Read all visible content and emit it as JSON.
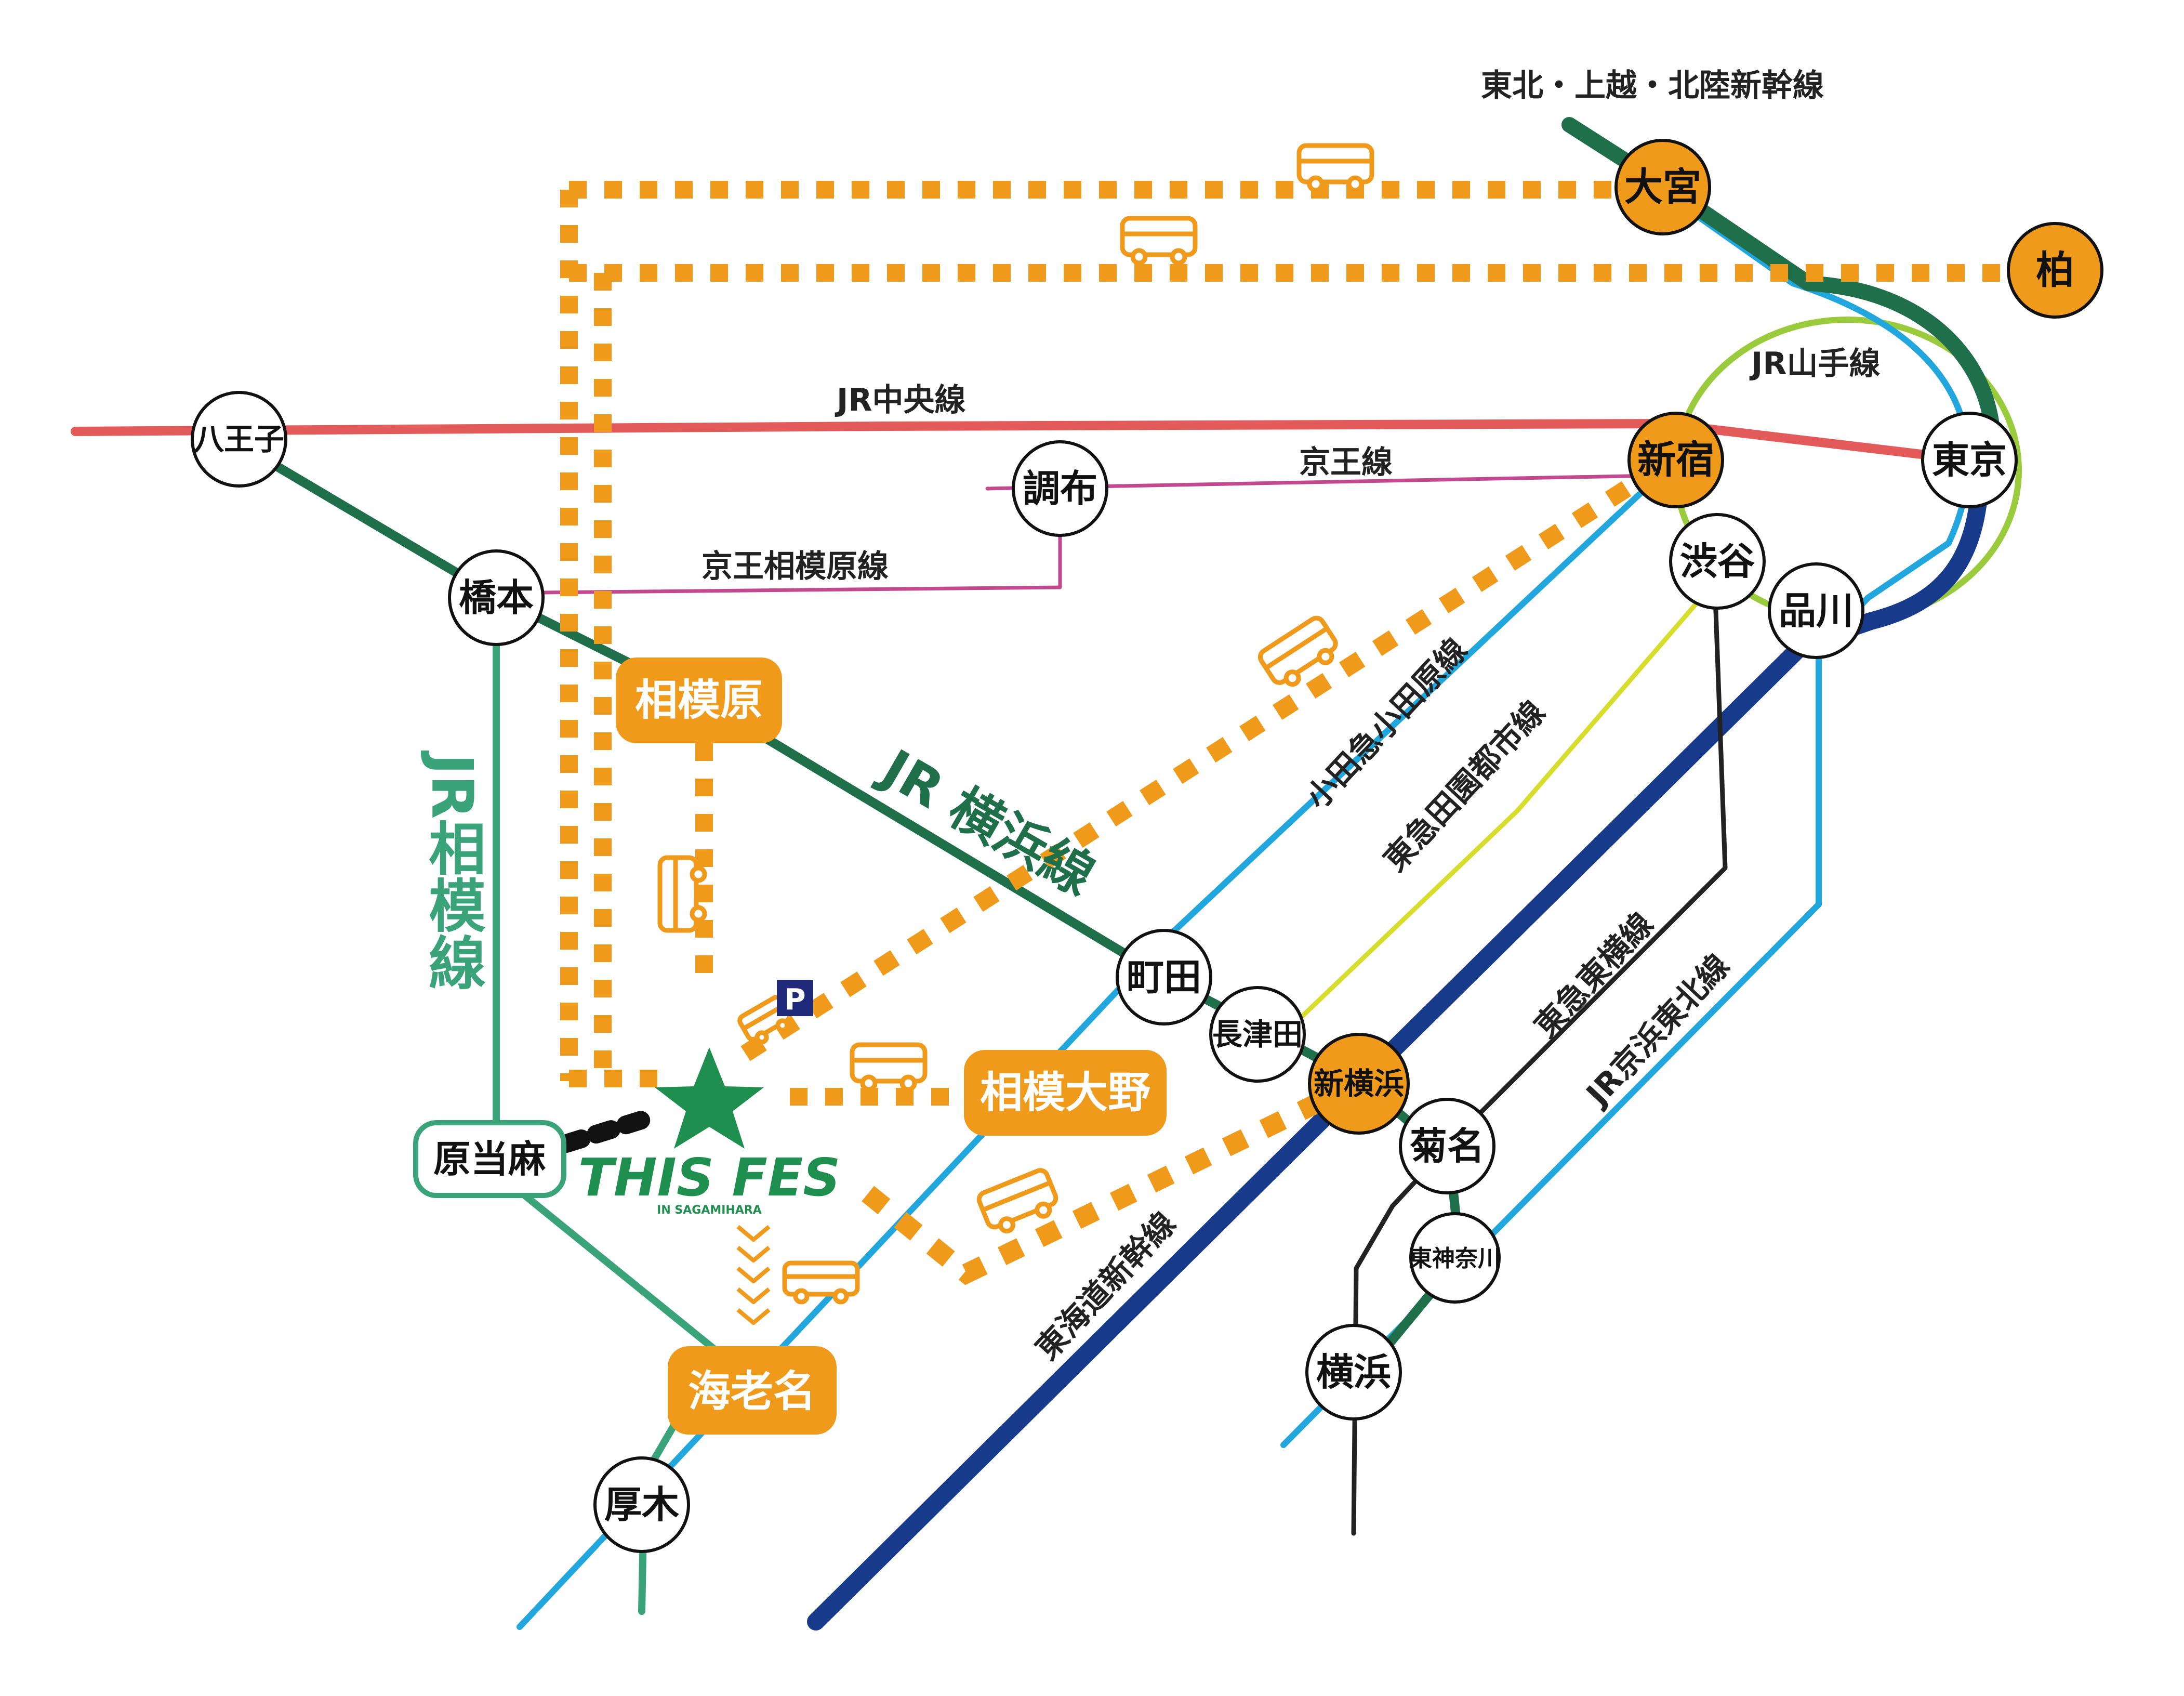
{
  "lines": {
    "tohoku_shinkansen": "東北・上越・北陸新幹線",
    "yamanote": "JR山手線",
    "chuo": "JR中央線",
    "keio": "京王線",
    "keio_sagamihara": "京王相模原線",
    "yokohama": "JR 横浜線",
    "sagami": "JR相模線",
    "odakyu": "小田急小田原線",
    "denentoshi": "東急田園都市線",
    "toyoko": "東急東横線",
    "keihin_tohoku": "JR京浜東北線",
    "tokaido_shinkansen": "東海道新幹線"
  },
  "stations": {
    "hachioji": "八王子",
    "hashimoto": "橋本",
    "chofu": "調布",
    "shinjuku": "新宿",
    "tokyo": "東京",
    "shibuya": "渋谷",
    "shinagawa": "品川",
    "omiya": "大宮",
    "kashiwa": "柏",
    "sagamihara": "相模原",
    "machida": "町田",
    "nagatsuta": "長津田",
    "shin_yokohama": "新横浜",
    "kikuna": "菊名",
    "higashi_kanagawa": "東神奈川",
    "yokohama": "横浜",
    "sagami_ono": "相模大野",
    "harataima": "原当麻",
    "ebina": "海老名",
    "atsugi": "厚木"
  },
  "venue": {
    "logo_main": "THIS FES",
    "logo_sub": "IN SAGAMIHARA",
    "parking": "P"
  },
  "icons": {
    "bus": "bus-icon",
    "parking": "parking-icon",
    "venue": "star-icon"
  },
  "colors": {
    "bus_route": "#ef9a1a",
    "chuo": "#e35a5a",
    "yokohama": "#1e6f4a",
    "sagami": "#3aa37a",
    "keio": "#c2498f",
    "yamanote": "#9acb3c",
    "keihin_tohoku": "#22a6de",
    "tokaido_shinkansen": "#173a8a",
    "tohoku_shinkansen": "#1e6f4a",
    "denentoshi": "#d7dd2b",
    "toyoko": "#222222"
  }
}
